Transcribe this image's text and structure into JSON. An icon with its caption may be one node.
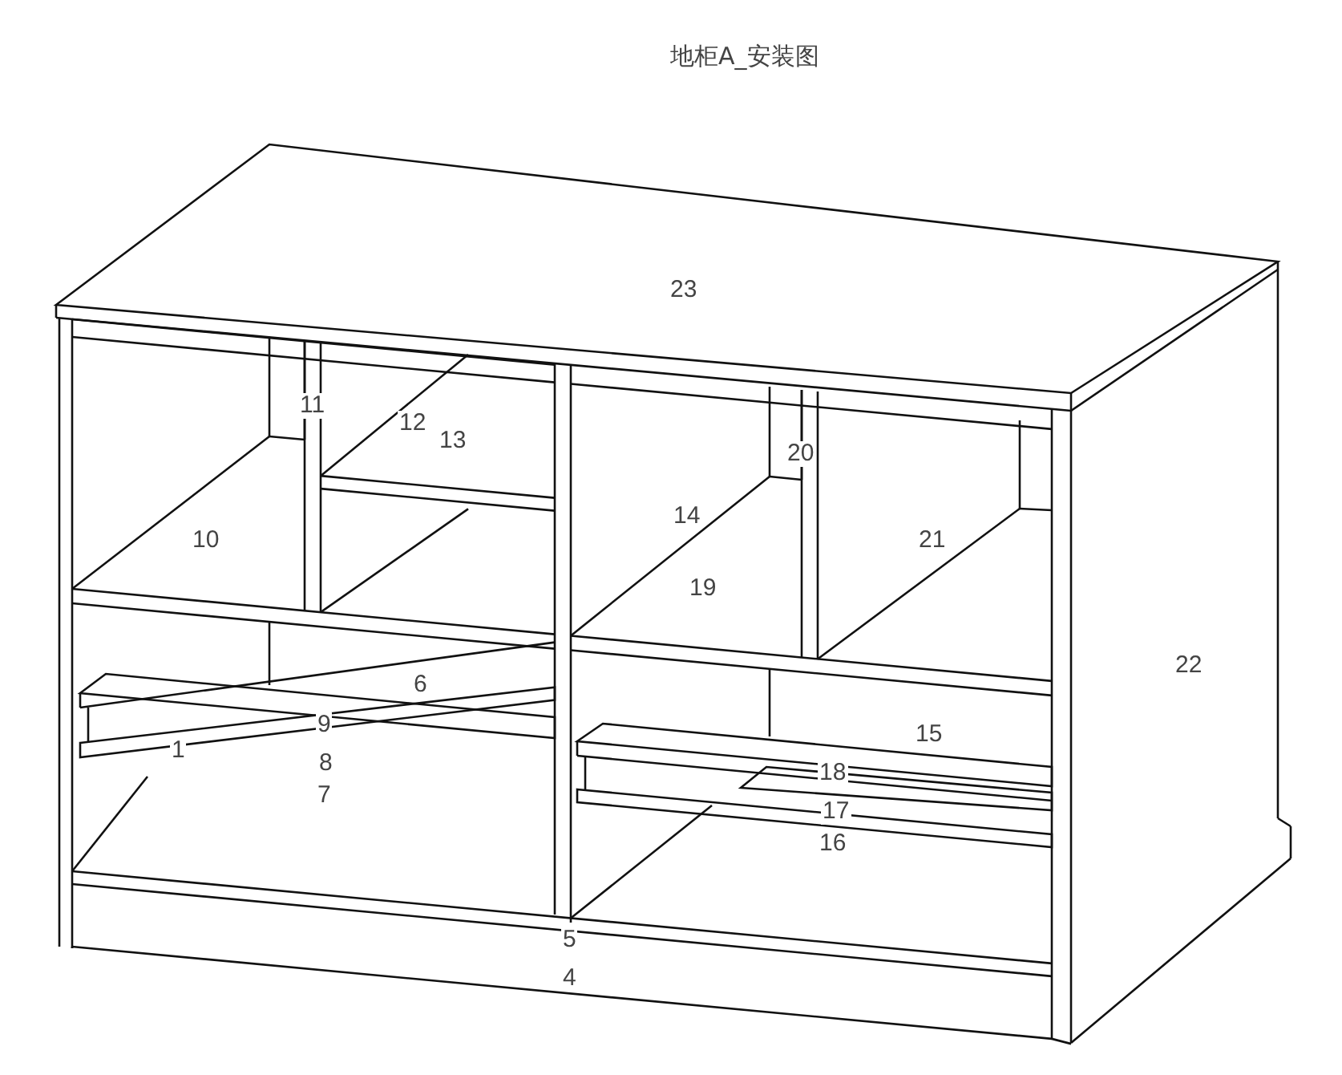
{
  "diagram": {
    "title": "地柜A_安装图",
    "labels": [
      "23",
      "11",
      "12",
      "13",
      "20",
      "14",
      "10",
      "21",
      "19",
      "22",
      "6",
      "9",
      "15",
      "1",
      "8",
      "18",
      "7",
      "17",
      "16",
      "5",
      "4"
    ]
  }
}
